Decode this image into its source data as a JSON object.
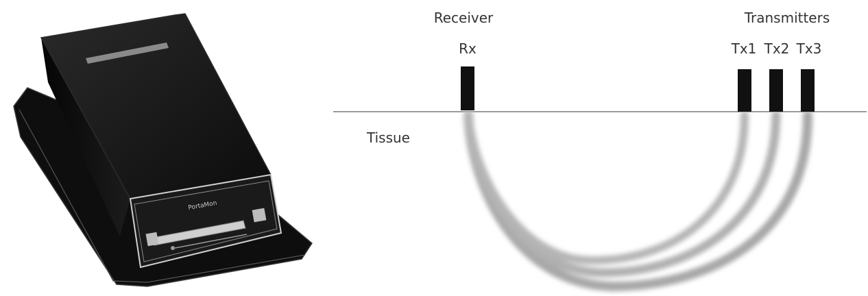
{
  "device": {
    "brand_label": "PortaMon"
  },
  "diagram": {
    "receiver_title": "Receiver",
    "receiver_code": "Rx",
    "transmitters_title": "Transmitters",
    "transmitter_codes": [
      "Tx1",
      "Tx2",
      "Tx3"
    ],
    "tissue_label": "Tissue"
  },
  "colors": {
    "device_body": "#141414",
    "optode": "#111111",
    "tissue_line": "#9a9a9a",
    "light_path": "#a0a0a0"
  }
}
